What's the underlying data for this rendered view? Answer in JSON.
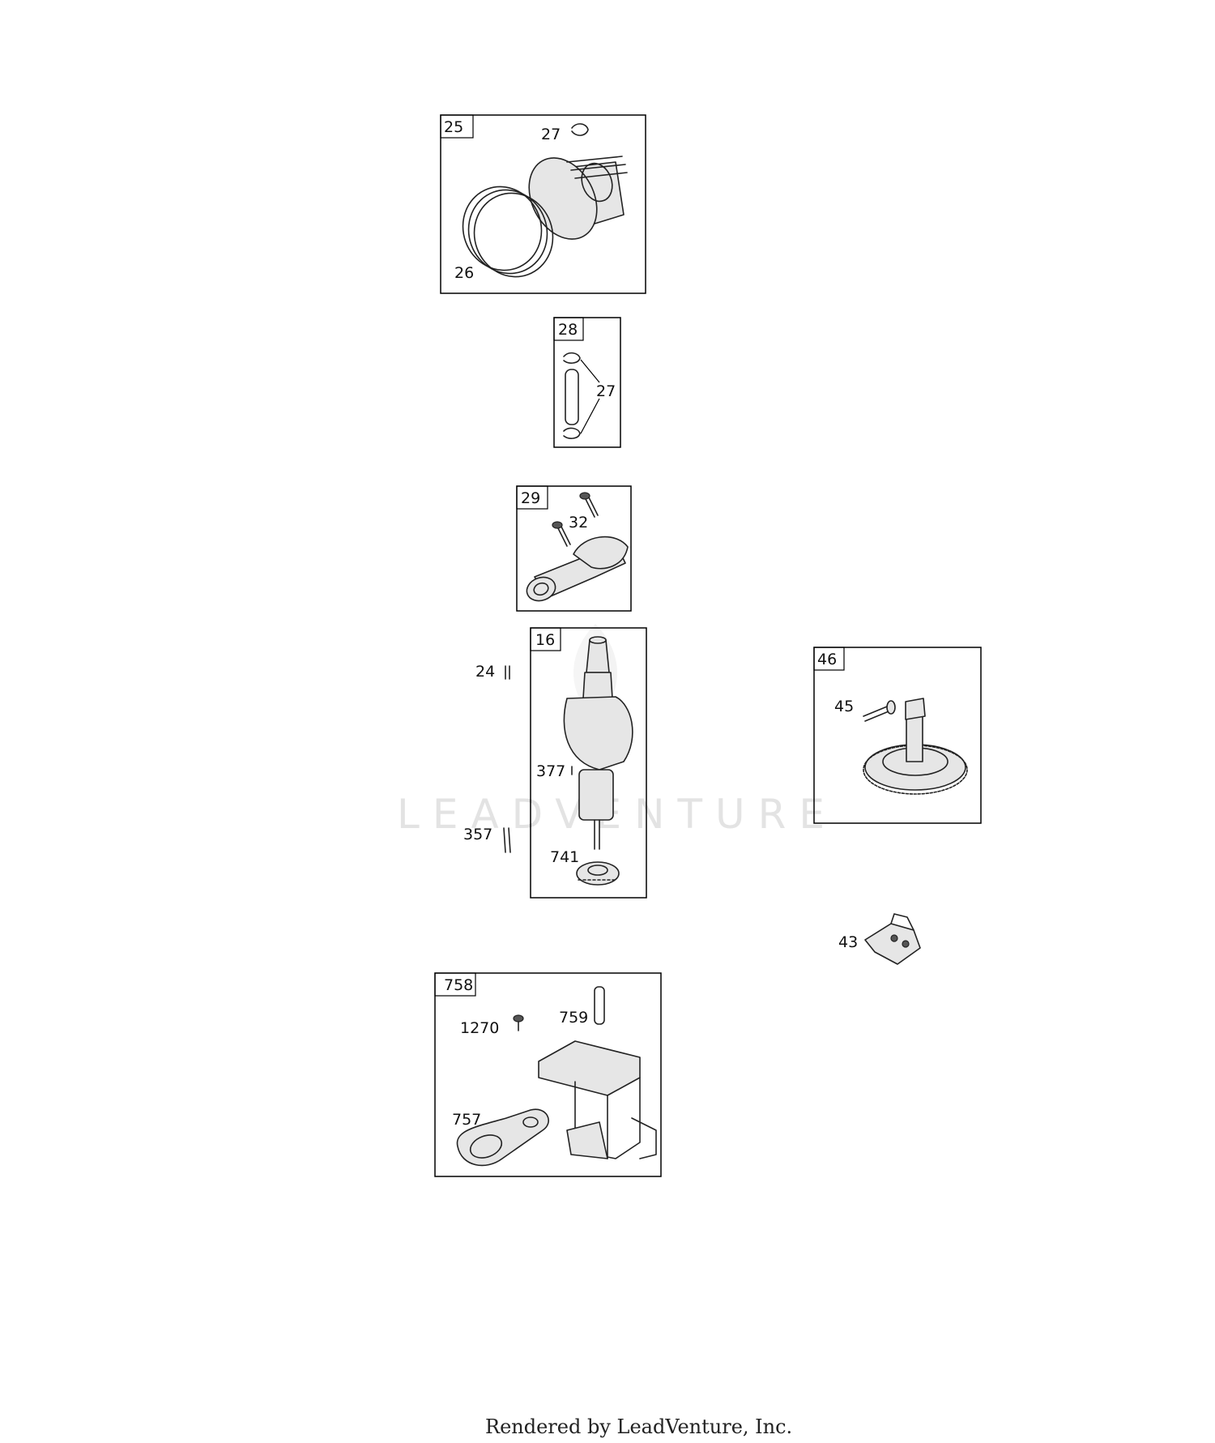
{
  "watermark": "LEADVENTURE",
  "footer": "Rendered by LeadVenture, Inc.",
  "assemblies": [
    {
      "id": "25",
      "parts": [
        "27",
        "26"
      ]
    },
    {
      "id": "28",
      "parts": [
        "27"
      ]
    },
    {
      "id": "29",
      "parts": [
        "32"
      ]
    },
    {
      "id": "16",
      "parts": [
        "377",
        "741"
      ]
    },
    {
      "id": "46",
      "parts": [
        "45"
      ]
    },
    {
      "id": "758",
      "parts": [
        "1270",
        "759",
        "757"
      ]
    }
  ],
  "loose_parts": [
    "24",
    "357",
    "43"
  ]
}
